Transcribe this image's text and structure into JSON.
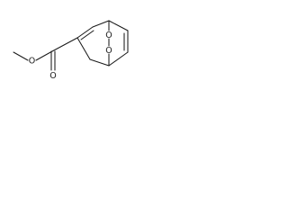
{
  "molecule": {
    "atoms": {
      "ester_methyl_oxygen": "O",
      "carbonyl_oxygen": "O",
      "peroxide_oxygen_upper": "O",
      "peroxide_oxygen_lower": "O"
    }
  }
}
